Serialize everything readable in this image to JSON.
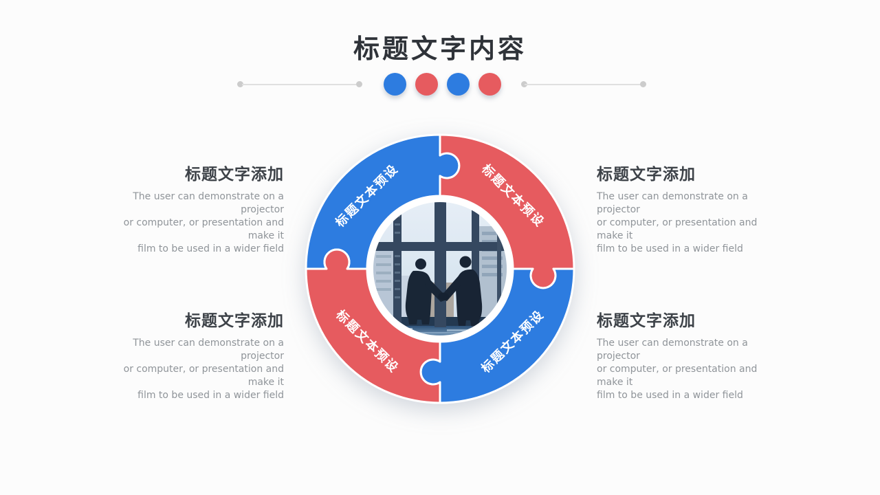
{
  "title": {
    "text": "标题文字内容"
  },
  "divider": {
    "dot_colors": [
      "#2d7ce0",
      "#e65b5f",
      "#2d7ce0",
      "#e65b5f"
    ]
  },
  "diagram": {
    "center_image": {
      "description": "two businesspeople shaking hands in front of a large office window"
    },
    "segments": [
      {
        "position": "top-left",
        "color": "#2d7ce0",
        "label": "标题文本预设"
      },
      {
        "position": "top-right",
        "color": "#e65b5f",
        "label": "标题文本预设"
      },
      {
        "position": "bottom-right",
        "color": "#2d7ce0",
        "label": "标题文本预设"
      },
      {
        "position": "bottom-left",
        "color": "#e65b5f",
        "label": "标题文本预设"
      }
    ]
  },
  "blocks": [
    {
      "position": "left-top",
      "title": "标题文字添加",
      "body_lines": [
        "The user can demonstrate on a projector",
        "or computer, or presentation and make it",
        "film to be used in a wider field"
      ]
    },
    {
      "position": "right-top",
      "title": "标题文字添加",
      "body_lines": [
        "The user can demonstrate on a projector",
        "or computer, or presentation and make it",
        "film to be used in a wider field"
      ]
    },
    {
      "position": "left-bottom",
      "title": "标题文字添加",
      "body_lines": [
        "The user can demonstrate on a projector",
        "or computer, or presentation and make it",
        "film to be used in a wider field"
      ]
    },
    {
      "position": "right-bottom",
      "title": "标题文字添加",
      "body_lines": [
        "The user can demonstrate on a projector",
        "or computer, or presentation and make it",
        "film to be used in a wider field"
      ]
    }
  ],
  "colors": {
    "background": "#fcfcfc",
    "blue": "#2d7ce0",
    "red": "#e65b5f",
    "title_text": "#2f3339",
    "heading_text": "#3d4248",
    "body_text": "#8f9499",
    "divider_line": "#e0e0e0",
    "divider_end_dot": "#cccccc",
    "segment_label_text": "#ffffff"
  }
}
